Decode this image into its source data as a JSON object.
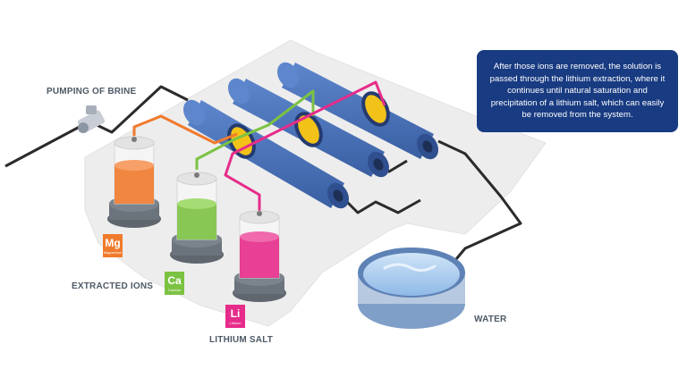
{
  "labels": {
    "pumping": "PUMPING OF BRINE",
    "extracted_ions": "EXTRACTED IONS",
    "lithium_salt": "LITHIUM SALT",
    "water": "WATER"
  },
  "info_text": "After those ions are removed, the solution is passed through the lithium extraction, where it continues until natural saturation and precipitation of a lithium salt, which can easily be removed from the system.",
  "elements": [
    {
      "symbol": "Mg",
      "name": "Magnesium",
      "color": "#f07a2c"
    },
    {
      "symbol": "Ca",
      "name": "Calcium",
      "color": "#7cc242"
    },
    {
      "symbol": "Li",
      "name": "Lithium",
      "color": "#e62c8a"
    }
  ],
  "colors": {
    "info_box": "#183b82",
    "platform": "#ededed",
    "pipe": "#2b2b2b",
    "cylinder": "#4a72b8",
    "water": "#a9cdef"
  }
}
